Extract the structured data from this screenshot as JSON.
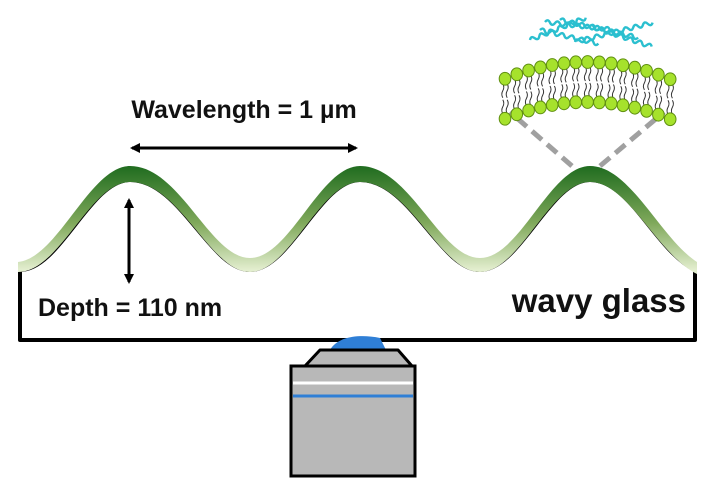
{
  "labels": {
    "wavelength": "Wavelength = 1 µm",
    "depth": "Depth = 110 nm",
    "substrate": "wavy glass"
  },
  "colors": {
    "membrane_dark": "#1e6b1e",
    "membrane_light": "#dde9c4",
    "lipid_head": "#a6e22c",
    "lipid_head_edge": "#5f8f10",
    "protein": "#2bbfcf",
    "objective_gray": "#b8b8b8",
    "immersion_oil": "#2f7fd6",
    "outline": "#000000",
    "zoom_line": "#a0a0a0"
  },
  "icons": [
    "double-arrow-icon",
    "lipid-bilayer-icon",
    "membrane-protein-icon",
    "objective-lens-icon"
  ]
}
